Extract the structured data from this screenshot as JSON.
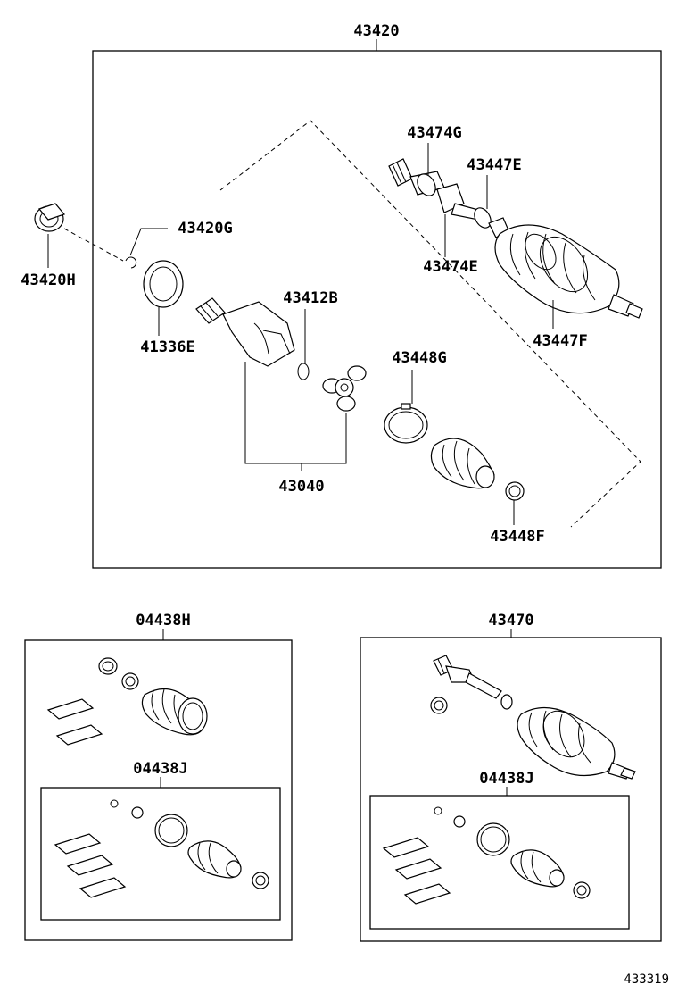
{
  "diagram": {
    "id": "433319",
    "assembly": {
      "number": "43420",
      "parts": [
        "43474G",
        "43447E",
        "43474E",
        "43447F",
        "43420G",
        "43420H",
        "41336E",
        "43412B",
        "43448G",
        "43040",
        "43448F"
      ]
    },
    "kit_boot": {
      "number": "04438H",
      "subkit": "04438J"
    },
    "kit_outer": {
      "number": "43470",
      "subkit": "04438J"
    }
  }
}
